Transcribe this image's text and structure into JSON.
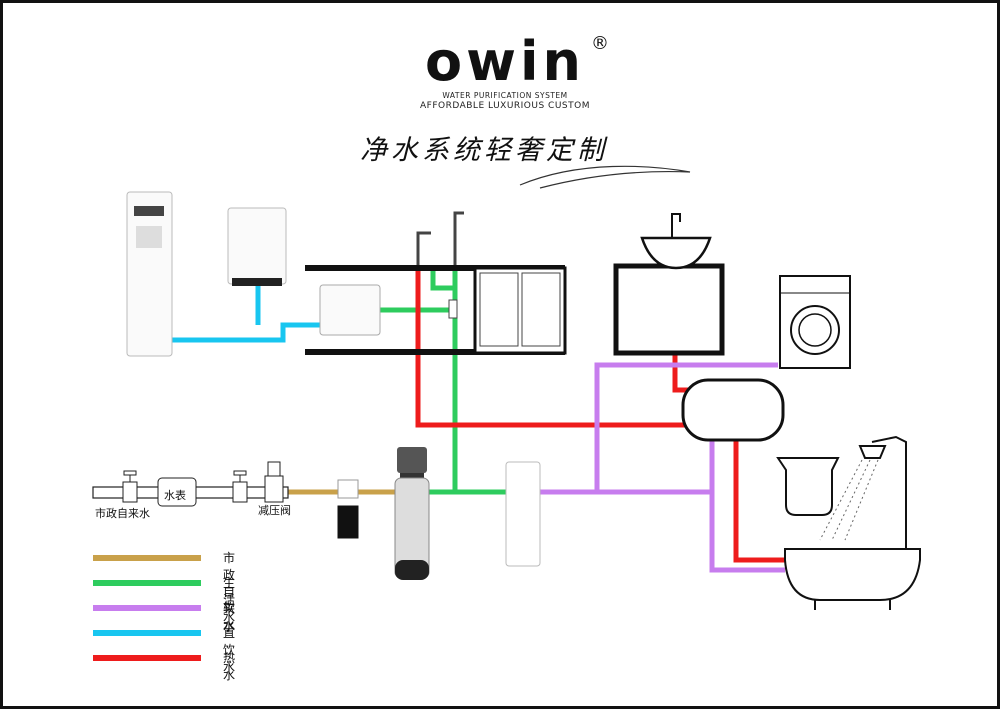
{
  "brand": {
    "name": "owin",
    "reg_mark": "®",
    "tagline_1": "WATER PURIFICATION SYSTEM",
    "tagline_2": "AFFORDABLE LUXURIOUS CUSTOM"
  },
  "slogan": "净水系统轻奢定制",
  "labels": {
    "municipal_water": "市政自来水",
    "water_meter": "水表",
    "pressure_reducer": "减压阀"
  },
  "legend": [
    {
      "label": "市政自来水",
      "color": "#c9a14a"
    },
    {
      "label": "生活水",
      "color": "#2ecc5e"
    },
    {
      "label": "软水",
      "color": "#c77dee"
    },
    {
      "label": "直饮水",
      "color": "#18c6f0"
    },
    {
      "label": "热水",
      "color": "#ee1c1c"
    }
  ],
  "colors": {
    "municipal": "#c9a14a",
    "domestic": "#2ecc5e",
    "soft": "#c77dee",
    "drinking": "#18c6f0",
    "hot": "#ee1c1c",
    "outline": "#111111"
  }
}
